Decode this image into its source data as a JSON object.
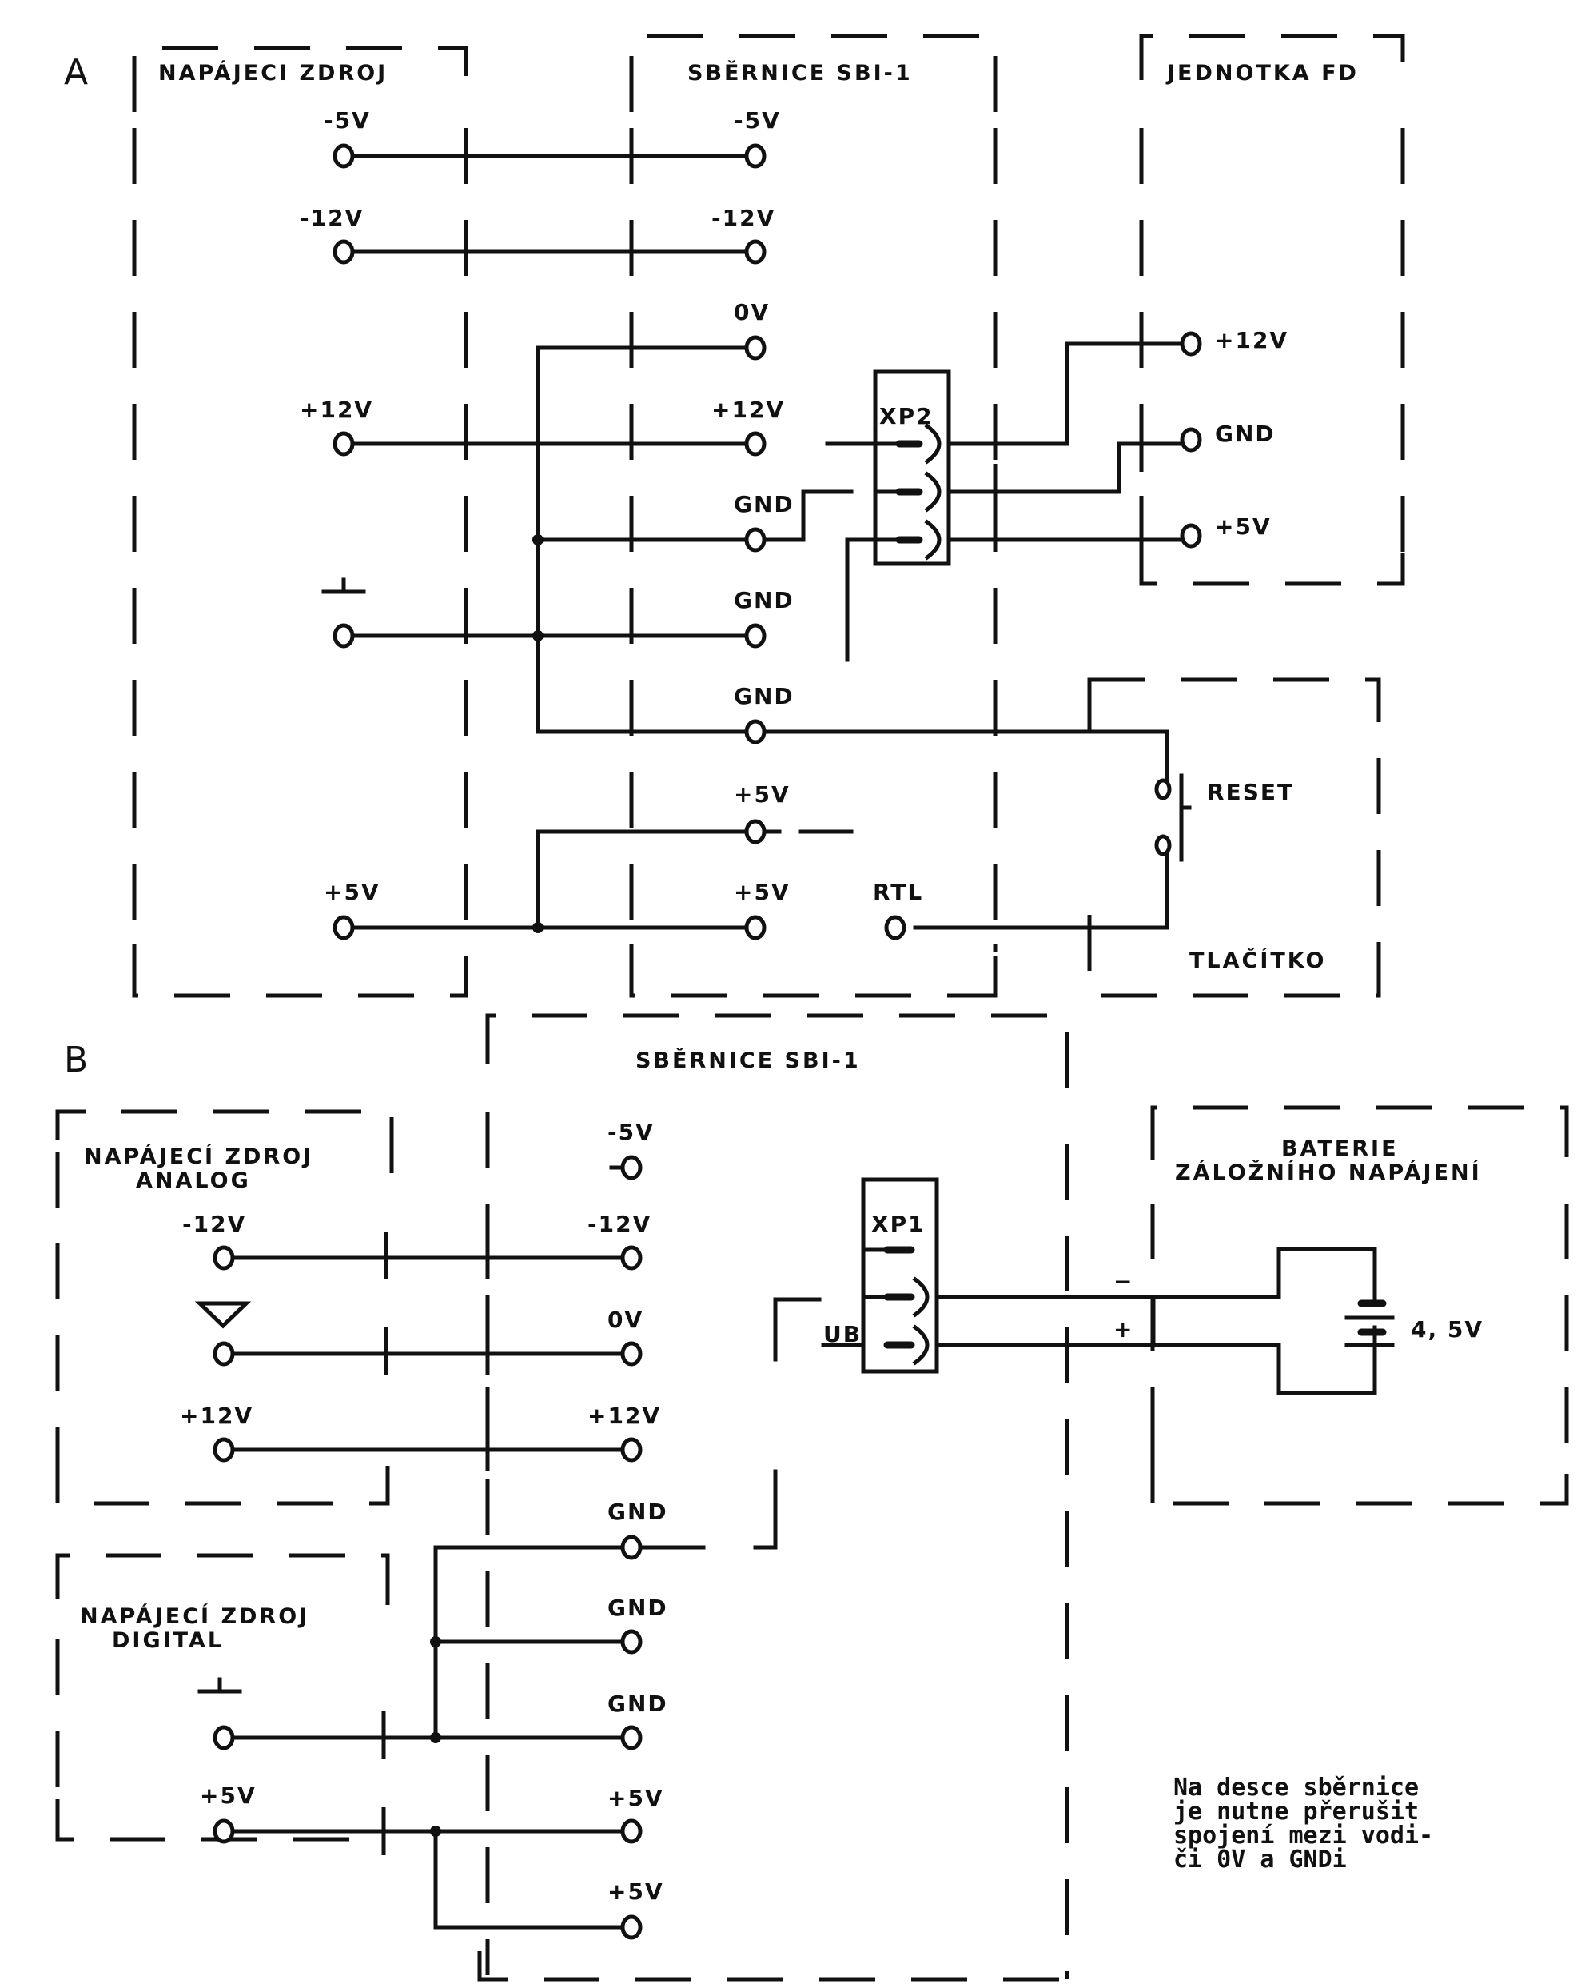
{
  "section_a": {
    "label": "A",
    "boxes": {
      "psu": "NAPÁJECI ZDROJ",
      "bus": "SBĚRNICE SBI-1",
      "fd": "JEDNOTKA FD",
      "button": "TLAČÍTKO"
    },
    "psu_terminals": [
      "-5V",
      "-12V",
      "+12V",
      "+5V"
    ],
    "bus_terminals": [
      "-5V",
      "-12V",
      "0V",
      "+12V",
      "GND",
      "GND",
      "GND",
      "+5V",
      "+5V"
    ],
    "connector": "XP2",
    "fd_terminals": [
      "+12V",
      "GND",
      "+5V"
    ],
    "rtl_label": "RTL",
    "reset_label": "RESET"
  },
  "section_b": {
    "label": "B",
    "boxes": {
      "bus": "SBĚRNICE SBI-1",
      "psu_analog_line1": "NAPÁJECÍ ZDROJ",
      "psu_analog_line2": "ANALOG",
      "psu_digital_line1": "NAPÁJECÍ ZDROJ",
      "psu_digital_line2": "DIGITAL",
      "battery_line1": "BATERIE",
      "battery_line2": "ZÁLOŽNÍHO NAPÁJENÍ"
    },
    "analog_terminals": [
      "-12V",
      "+12V"
    ],
    "digital_terminals": [
      "+5V"
    ],
    "bus_terminals": [
      "-5V",
      "-12V",
      "0V",
      "+12V",
      "GND",
      "GND",
      "GND",
      "+5V",
      "+5V"
    ],
    "connector": "XP1",
    "ub_label": "UB",
    "minus": "−",
    "plus": "+",
    "battery_voltage": "4, 5V"
  },
  "note": {
    "lines": [
      "Na desce sběrnice",
      "je nutne přerušit",
      "spojení mezi vodi-",
      "či 0V a GNDi"
    ]
  }
}
